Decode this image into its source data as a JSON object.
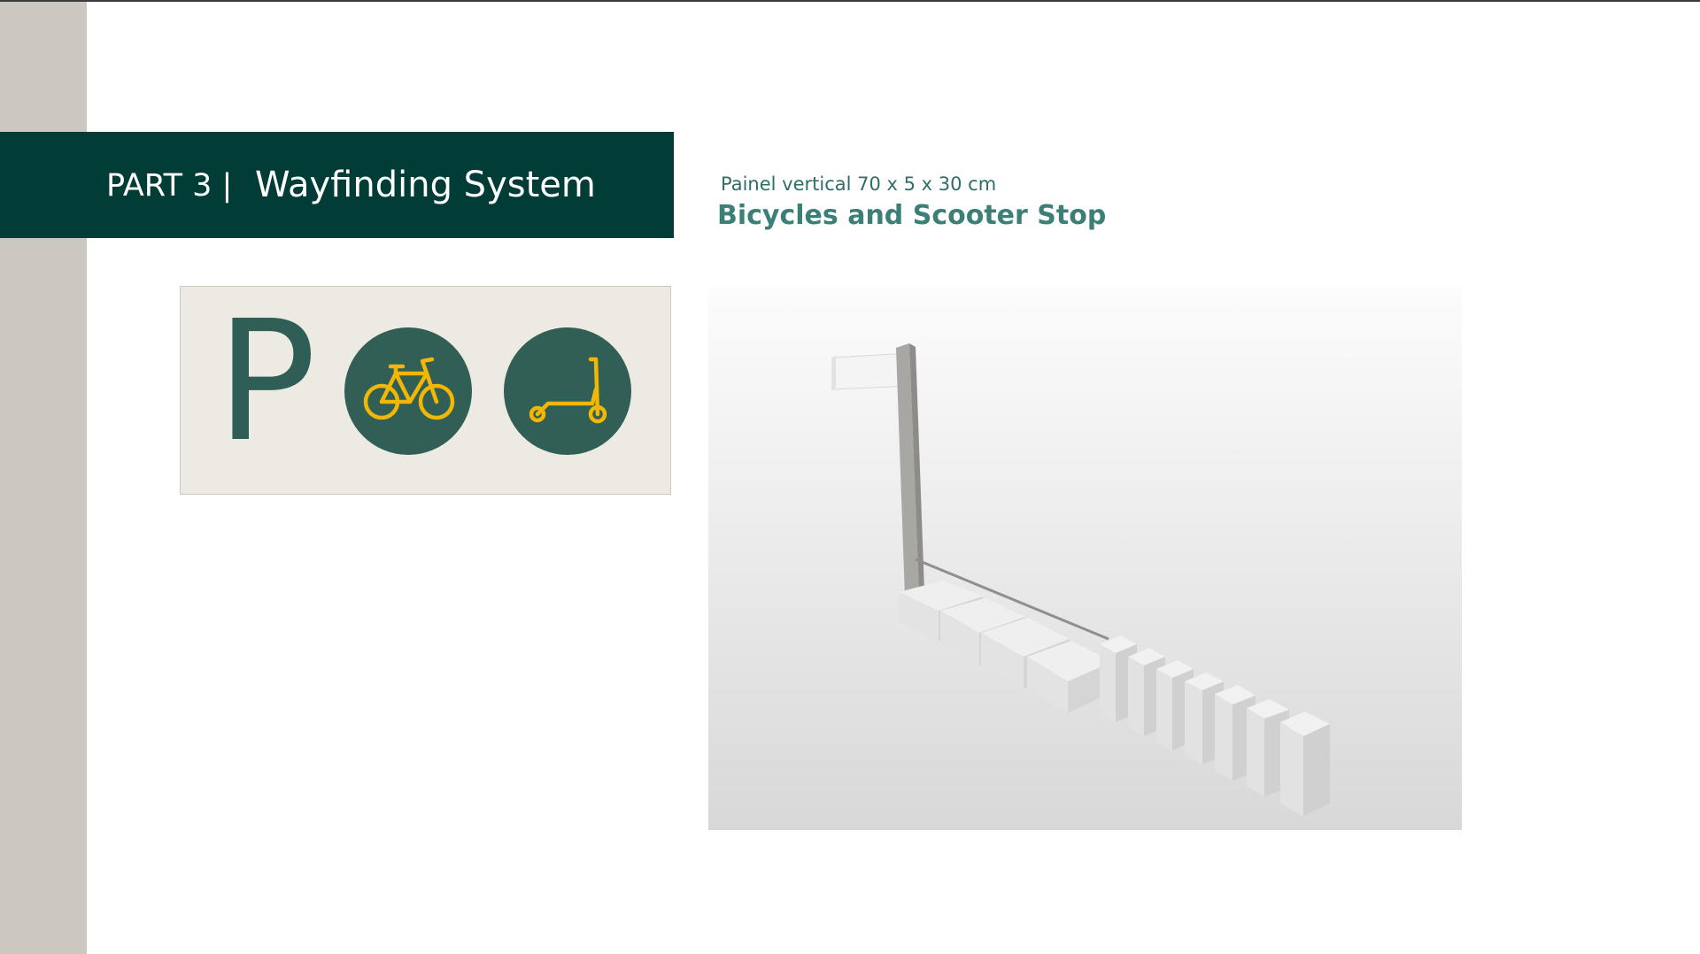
{
  "header": {
    "part_label": "PART 3 |",
    "section_title": "Wayfinding System"
  },
  "product": {
    "spec": "Painel vertical 70 x 5 x 30 cm",
    "title": "Bicycles and Scooter Stop"
  },
  "sign": {
    "letter": "P",
    "icons": [
      "bicycle-icon",
      "scooter-icon"
    ]
  },
  "colors": {
    "brand_dark_green": "#013d36",
    "circle_green": "#315e55",
    "icon_yellow": "#f2b705",
    "accent_teal": "#3b7f77",
    "sign_background": "#ede9e3",
    "side_band": "#cdc7c2"
  }
}
